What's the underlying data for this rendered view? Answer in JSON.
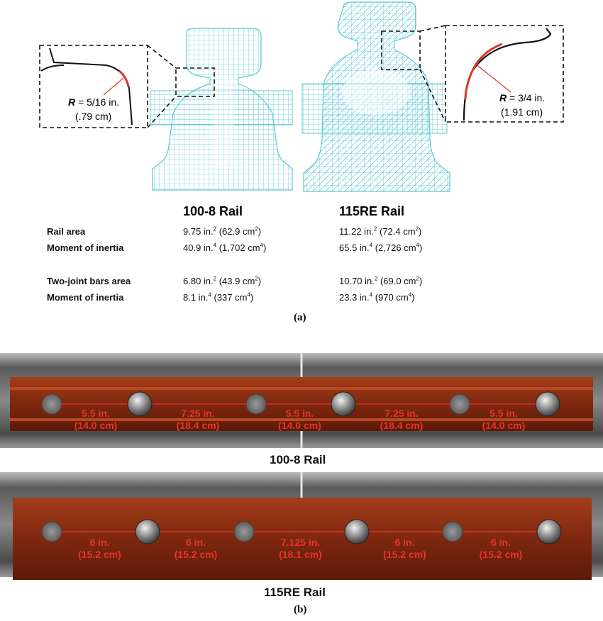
{
  "part_a": {
    "rail_left_title": "100-8 Rail",
    "rail_right_title": "115RE Rail",
    "radius_left": {
      "prefix": "R",
      "value": " = 5/16 in.",
      "metric": "(.79 cm)"
    },
    "radius_right": {
      "prefix": "R",
      "value": " = 3/4 in.",
      "metric": "(1.91 cm)"
    },
    "rows": [
      {
        "label": "Rail area",
        "left": "9.75 in.",
        "left_sup": "2",
        "left_metric": " (62.9 cm",
        "left_metric_sup": "2",
        "right": "11.22 in.",
        "right_sup": "2",
        "right_metric": " (72.4 cm",
        "right_metric_sup": "2"
      },
      {
        "label": "Moment of inertia",
        "left": "40.9 in.",
        "left_sup": "4",
        "left_metric": " (1,702 cm",
        "left_metric_sup": "4",
        "right": "65.5 in.",
        "right_sup": "4",
        "right_metric": " (2,726 cm",
        "right_metric_sup": "4"
      },
      {
        "label": "Two-joint bars area",
        "left": "6.80 in.",
        "left_sup": "2",
        "left_metric": " (43.9 cm",
        "left_metric_sup": "2",
        "right": "10.70 in.",
        "right_sup": "2",
        "right_metric": " (69.0 cm",
        "right_metric_sup": "2"
      },
      {
        "label": "Moment of inertia",
        "left": "8.1 in.",
        "left_sup": "4",
        "left_metric": " (337 cm",
        "left_metric_sup": "4",
        "right": "23.3 in.",
        "right_sup": "4",
        "right_metric": " (970 cm",
        "right_metric_sup": "4"
      }
    ],
    "caption": "(a)"
  },
  "part_b": {
    "bar1": {
      "label": "100-8 Rail",
      "spacings": [
        {
          "in": "5.5 in.",
          "cm": "(14.0 cm)"
        },
        {
          "in": "7.25 in.",
          "cm": "(18.4 cm)"
        },
        {
          "in": "5.5 in.",
          "cm": "(14.0 cm)"
        },
        {
          "in": "7.25 in.",
          "cm": "(18.4 cm)"
        },
        {
          "in": "5.5 in.",
          "cm": "(14.0 cm)"
        }
      ]
    },
    "bar2": {
      "label": "115RE Rail",
      "spacings": [
        {
          "in": "6 in.",
          "cm": "(15.2 cm)"
        },
        {
          "in": "6 in.",
          "cm": "(15.2 cm)"
        },
        {
          "in": "7.125 in.",
          "cm": "(18.1 cm)"
        },
        {
          "in": "6 in.",
          "cm": "(15.2 cm)"
        },
        {
          "in": "6 in.",
          "cm": "(15.2 cm)"
        }
      ]
    },
    "caption": "(b)"
  },
  "colors": {
    "mesh": "#5bc8d8",
    "bar": "#8b2a12",
    "dimension": "#e8342a"
  }
}
